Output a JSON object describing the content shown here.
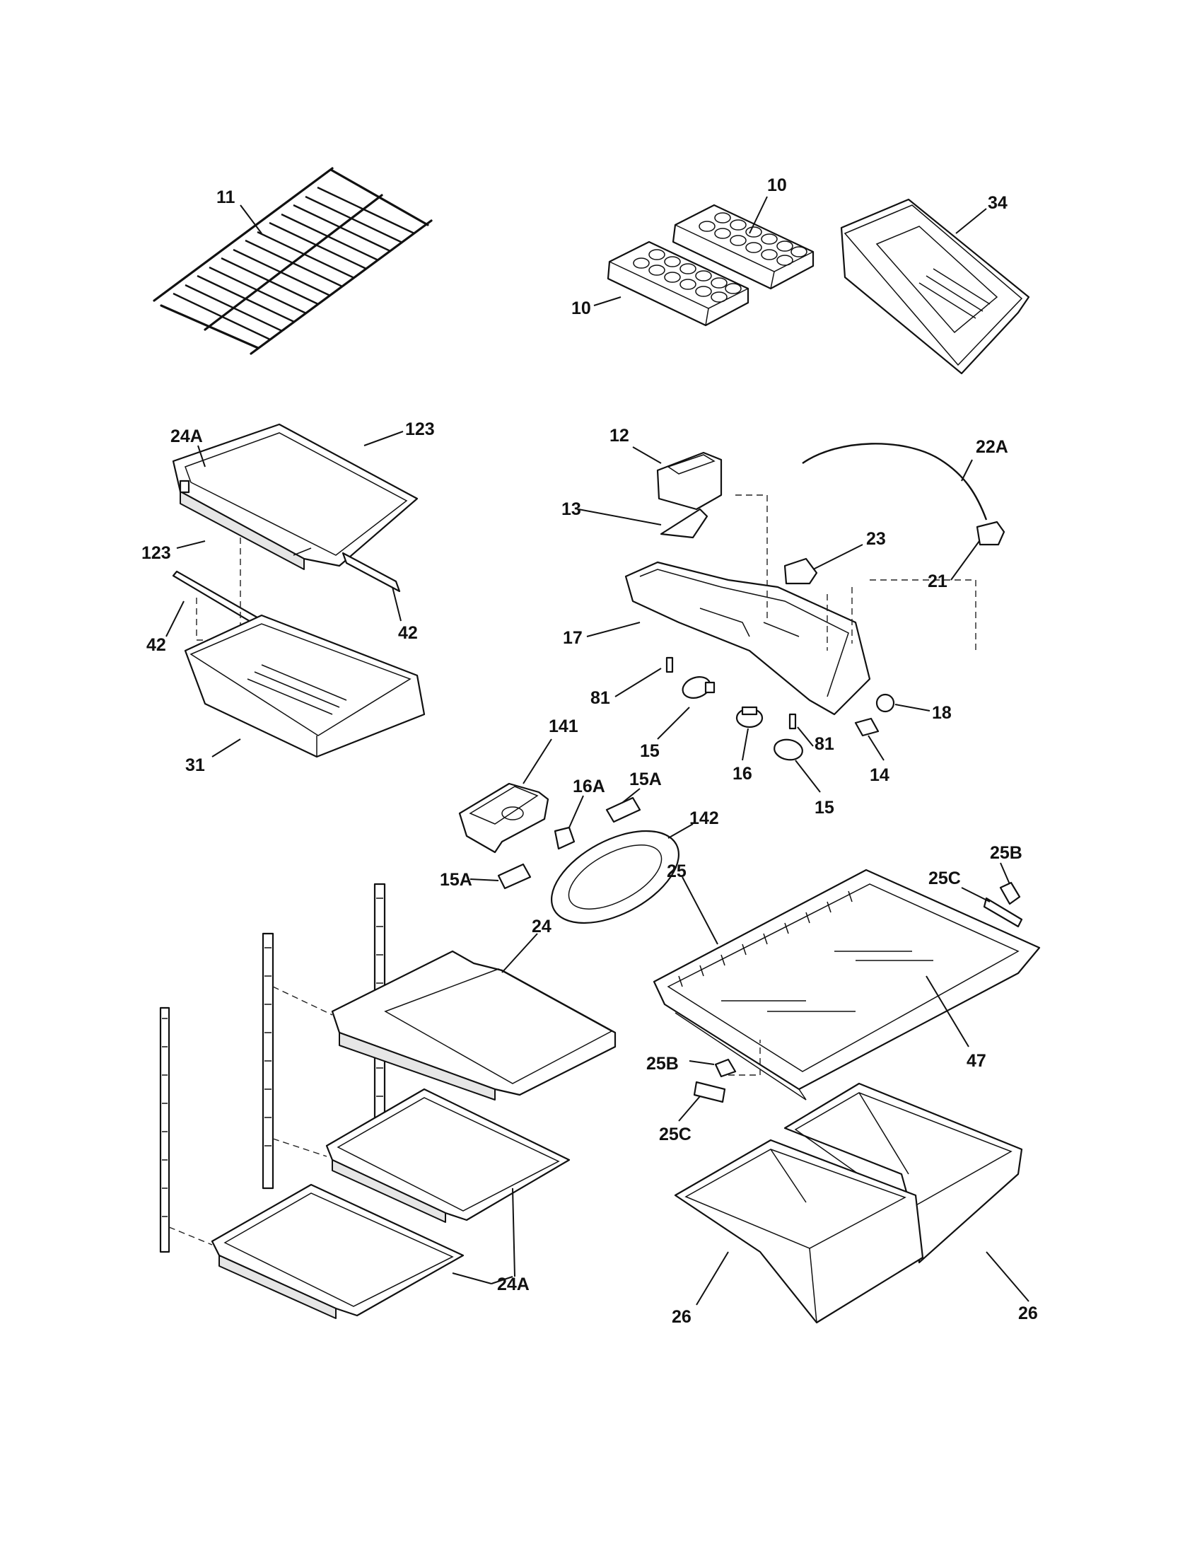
{
  "callouts": [
    {
      "id": "c-11",
      "text": "11"
    },
    {
      "id": "c-10a",
      "text": "10"
    },
    {
      "id": "c-10b",
      "text": "10"
    },
    {
      "id": "c-34",
      "text": "34"
    },
    {
      "id": "c-24a-top",
      "text": "24A"
    },
    {
      "id": "c-123a",
      "text": "123"
    },
    {
      "id": "c-123b",
      "text": "123"
    },
    {
      "id": "c-42a",
      "text": "42"
    },
    {
      "id": "c-42b",
      "text": "42"
    },
    {
      "id": "c-31",
      "text": "31"
    },
    {
      "id": "c-12",
      "text": "12"
    },
    {
      "id": "c-22a",
      "text": "22A"
    },
    {
      "id": "c-13",
      "text": "13"
    },
    {
      "id": "c-23",
      "text": "23"
    },
    {
      "id": "c-21",
      "text": "21"
    },
    {
      "id": "c-17",
      "text": "17"
    },
    {
      "id": "c-81a",
      "text": "81"
    },
    {
      "id": "c-81b",
      "text": "81"
    },
    {
      "id": "c-18",
      "text": "18"
    },
    {
      "id": "c-15a",
      "text": "15"
    },
    {
      "id": "c-16",
      "text": "16"
    },
    {
      "id": "c-14",
      "text": "14"
    },
    {
      "id": "c-15b",
      "text": "15"
    },
    {
      "id": "c-141",
      "text": "141"
    },
    {
      "id": "c-16a",
      "text": "16A"
    },
    {
      "id": "c-15A-a",
      "text": "15A"
    },
    {
      "id": "c-142",
      "text": "142"
    },
    {
      "id": "c-15A-b",
      "text": "15A"
    },
    {
      "id": "c-25b-top",
      "text": "25B"
    },
    {
      "id": "c-25",
      "text": "25"
    },
    {
      "id": "c-25c-top",
      "text": "25C"
    },
    {
      "id": "c-24",
      "text": "24"
    },
    {
      "id": "c-47",
      "text": "47"
    },
    {
      "id": "c-25b-bot",
      "text": "25B"
    },
    {
      "id": "c-25c-bot",
      "text": "25C"
    },
    {
      "id": "c-24a-bot",
      "text": "24A"
    },
    {
      "id": "c-26a",
      "text": "26"
    },
    {
      "id": "c-26b",
      "text": "26"
    }
  ]
}
